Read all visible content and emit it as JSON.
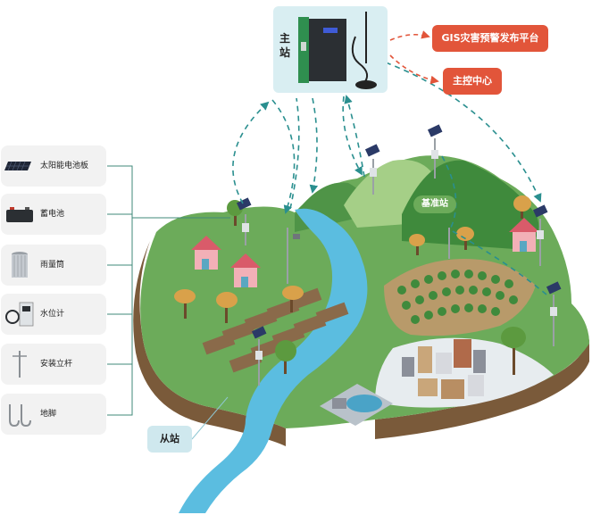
{
  "master_station": {
    "label": "主站"
  },
  "targets": [
    {
      "label": "GIS灾害预警发布平台"
    },
    {
      "label": "主控中心"
    }
  ],
  "components": [
    {
      "label": "太阳能电池板",
      "icon": "solar-panel-icon"
    },
    {
      "label": "蓄电池",
      "icon": "battery-icon"
    },
    {
      "label": "雨量筒",
      "icon": "rain-gauge-icon"
    },
    {
      "label": "水位计",
      "icon": "water-level-gauge-icon"
    },
    {
      "label": "安装立杆",
      "icon": "mounting-pole-icon"
    },
    {
      "label": "地脚",
      "icon": "anchor-bolt-icon"
    }
  ],
  "base_station": {
    "label": "基准站"
  },
  "sub_station": {
    "label": "从站"
  },
  "colors": {
    "accent_red": "#e2553a",
    "link_teal": "#2a8f8f",
    "grass": "#6cab5a",
    "river": "#5bbde0",
    "soil": "#8a6a4a"
  }
}
